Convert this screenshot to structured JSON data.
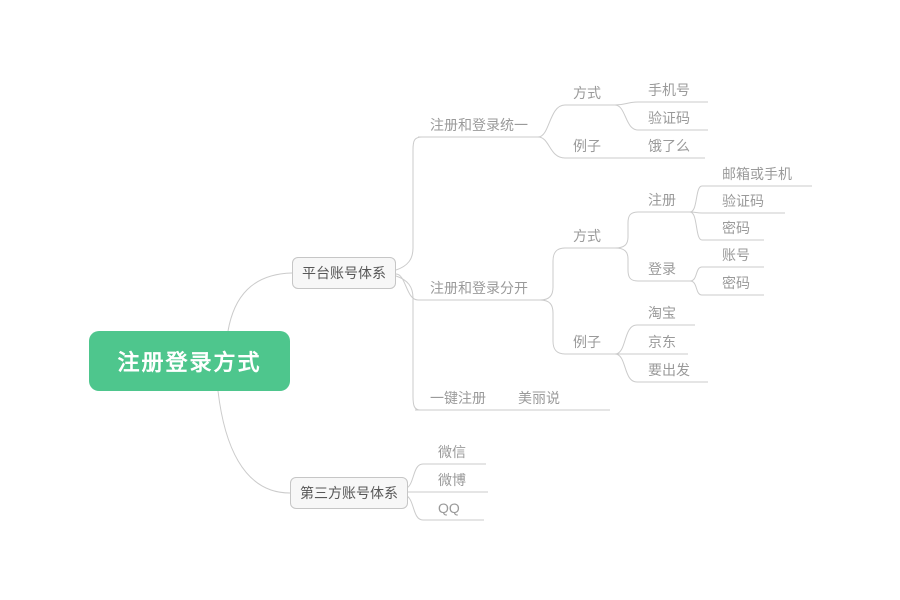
{
  "title": "注册登录方式",
  "colors": {
    "root_fill": "#4ec68d",
    "root_text": "#ffffff",
    "branch_box_fill": "#f7f7f7",
    "branch_box_border": "#c6c6c6",
    "branch_box_text": "#575757",
    "line": "#cbcbcb",
    "label_text": "#9a9a9a",
    "background": "#ffffff"
  },
  "mindmap": {
    "root": {
      "label": "注册登录方式",
      "children": [
        {
          "label": "平台账号体系",
          "children": [
            {
              "label": "注册和登录统一",
              "children": [
                {
                  "label": "方式",
                  "children": [
                    {
                      "label": "手机号"
                    },
                    {
                      "label": "验证码"
                    }
                  ]
                },
                {
                  "label": "例子",
                  "children": [
                    {
                      "label": "饿了么"
                    }
                  ]
                }
              ]
            },
            {
              "label": "注册和登录分开",
              "children": [
                {
                  "label": "方式",
                  "children": [
                    {
                      "label": "注册",
                      "children": [
                        {
                          "label": "邮箱或手机"
                        },
                        {
                          "label": "验证码"
                        },
                        {
                          "label": "密码"
                        }
                      ]
                    },
                    {
                      "label": "登录",
                      "children": [
                        {
                          "label": "账号"
                        },
                        {
                          "label": "密码"
                        }
                      ]
                    }
                  ]
                },
                {
                  "label": "例子",
                  "children": [
                    {
                      "label": "淘宝"
                    },
                    {
                      "label": "京东"
                    },
                    {
                      "label": "要出发"
                    }
                  ]
                }
              ]
            },
            {
              "label": "一键注册",
              "children": [
                {
                  "label": "美丽说"
                }
              ]
            }
          ]
        },
        {
          "label": "第三方账号体系",
          "children": [
            {
              "label": "微信"
            },
            {
              "label": "微博"
            },
            {
              "label": "QQ"
            }
          ]
        }
      ]
    }
  }
}
